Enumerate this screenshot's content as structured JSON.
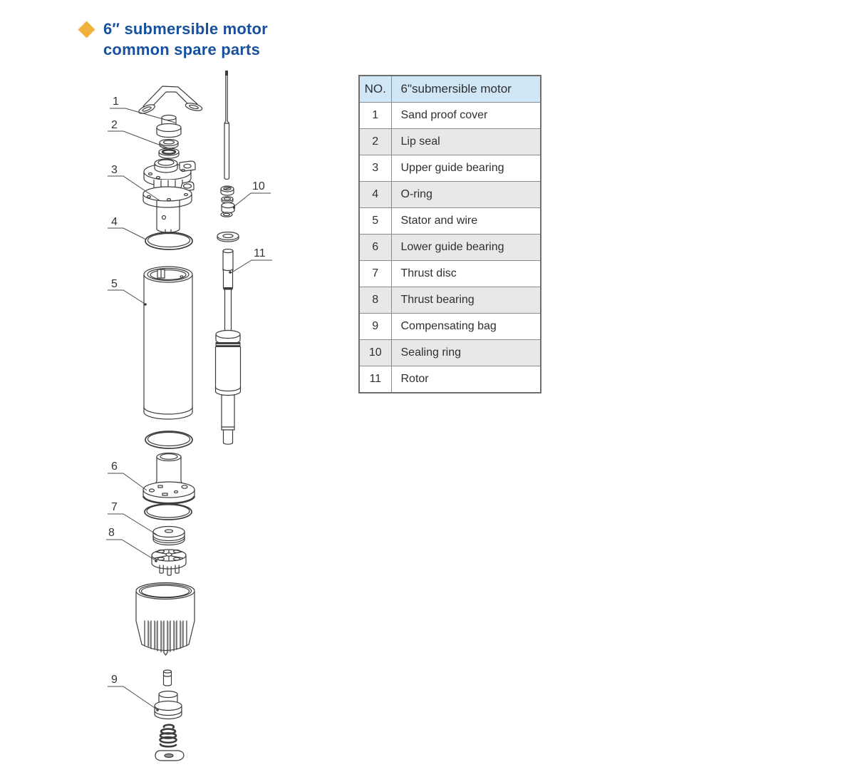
{
  "title": {
    "line1": "6″ submersible motor",
    "line2": "common spare parts"
  },
  "colors": {
    "diamond": "#F0B23C",
    "title": "#17509E",
    "line": "#3C3C3C",
    "table_header_bg": "#CFE7F7",
    "row_alt_bg": "#E8E8E8",
    "table_border": "#8B8B8B"
  },
  "table": {
    "header": {
      "no": "NO.",
      "name": "6\"submersible motor"
    },
    "rows": [
      {
        "no": "1",
        "name": "Sand proof cover"
      },
      {
        "no": "2",
        "name": "Lip seal"
      },
      {
        "no": "3",
        "name": "Upper guide bearing"
      },
      {
        "no": "4",
        "name": "O-ring"
      },
      {
        "no": "5",
        "name": "Stator and wire"
      },
      {
        "no": "6",
        "name": "Lower guide bearing"
      },
      {
        "no": "7",
        "name": "Thrust disc"
      },
      {
        "no": "8",
        "name": "Thrust bearing"
      },
      {
        "no": "9",
        "name": "Compensating bag"
      },
      {
        "no": "10",
        "name": "Sealing ring"
      },
      {
        "no": "11",
        "name": "Rotor"
      }
    ]
  },
  "diagram": {
    "callouts": [
      "1",
      "2",
      "3",
      "4",
      "5",
      "6",
      "7",
      "8",
      "9",
      "10",
      "11"
    ]
  }
}
